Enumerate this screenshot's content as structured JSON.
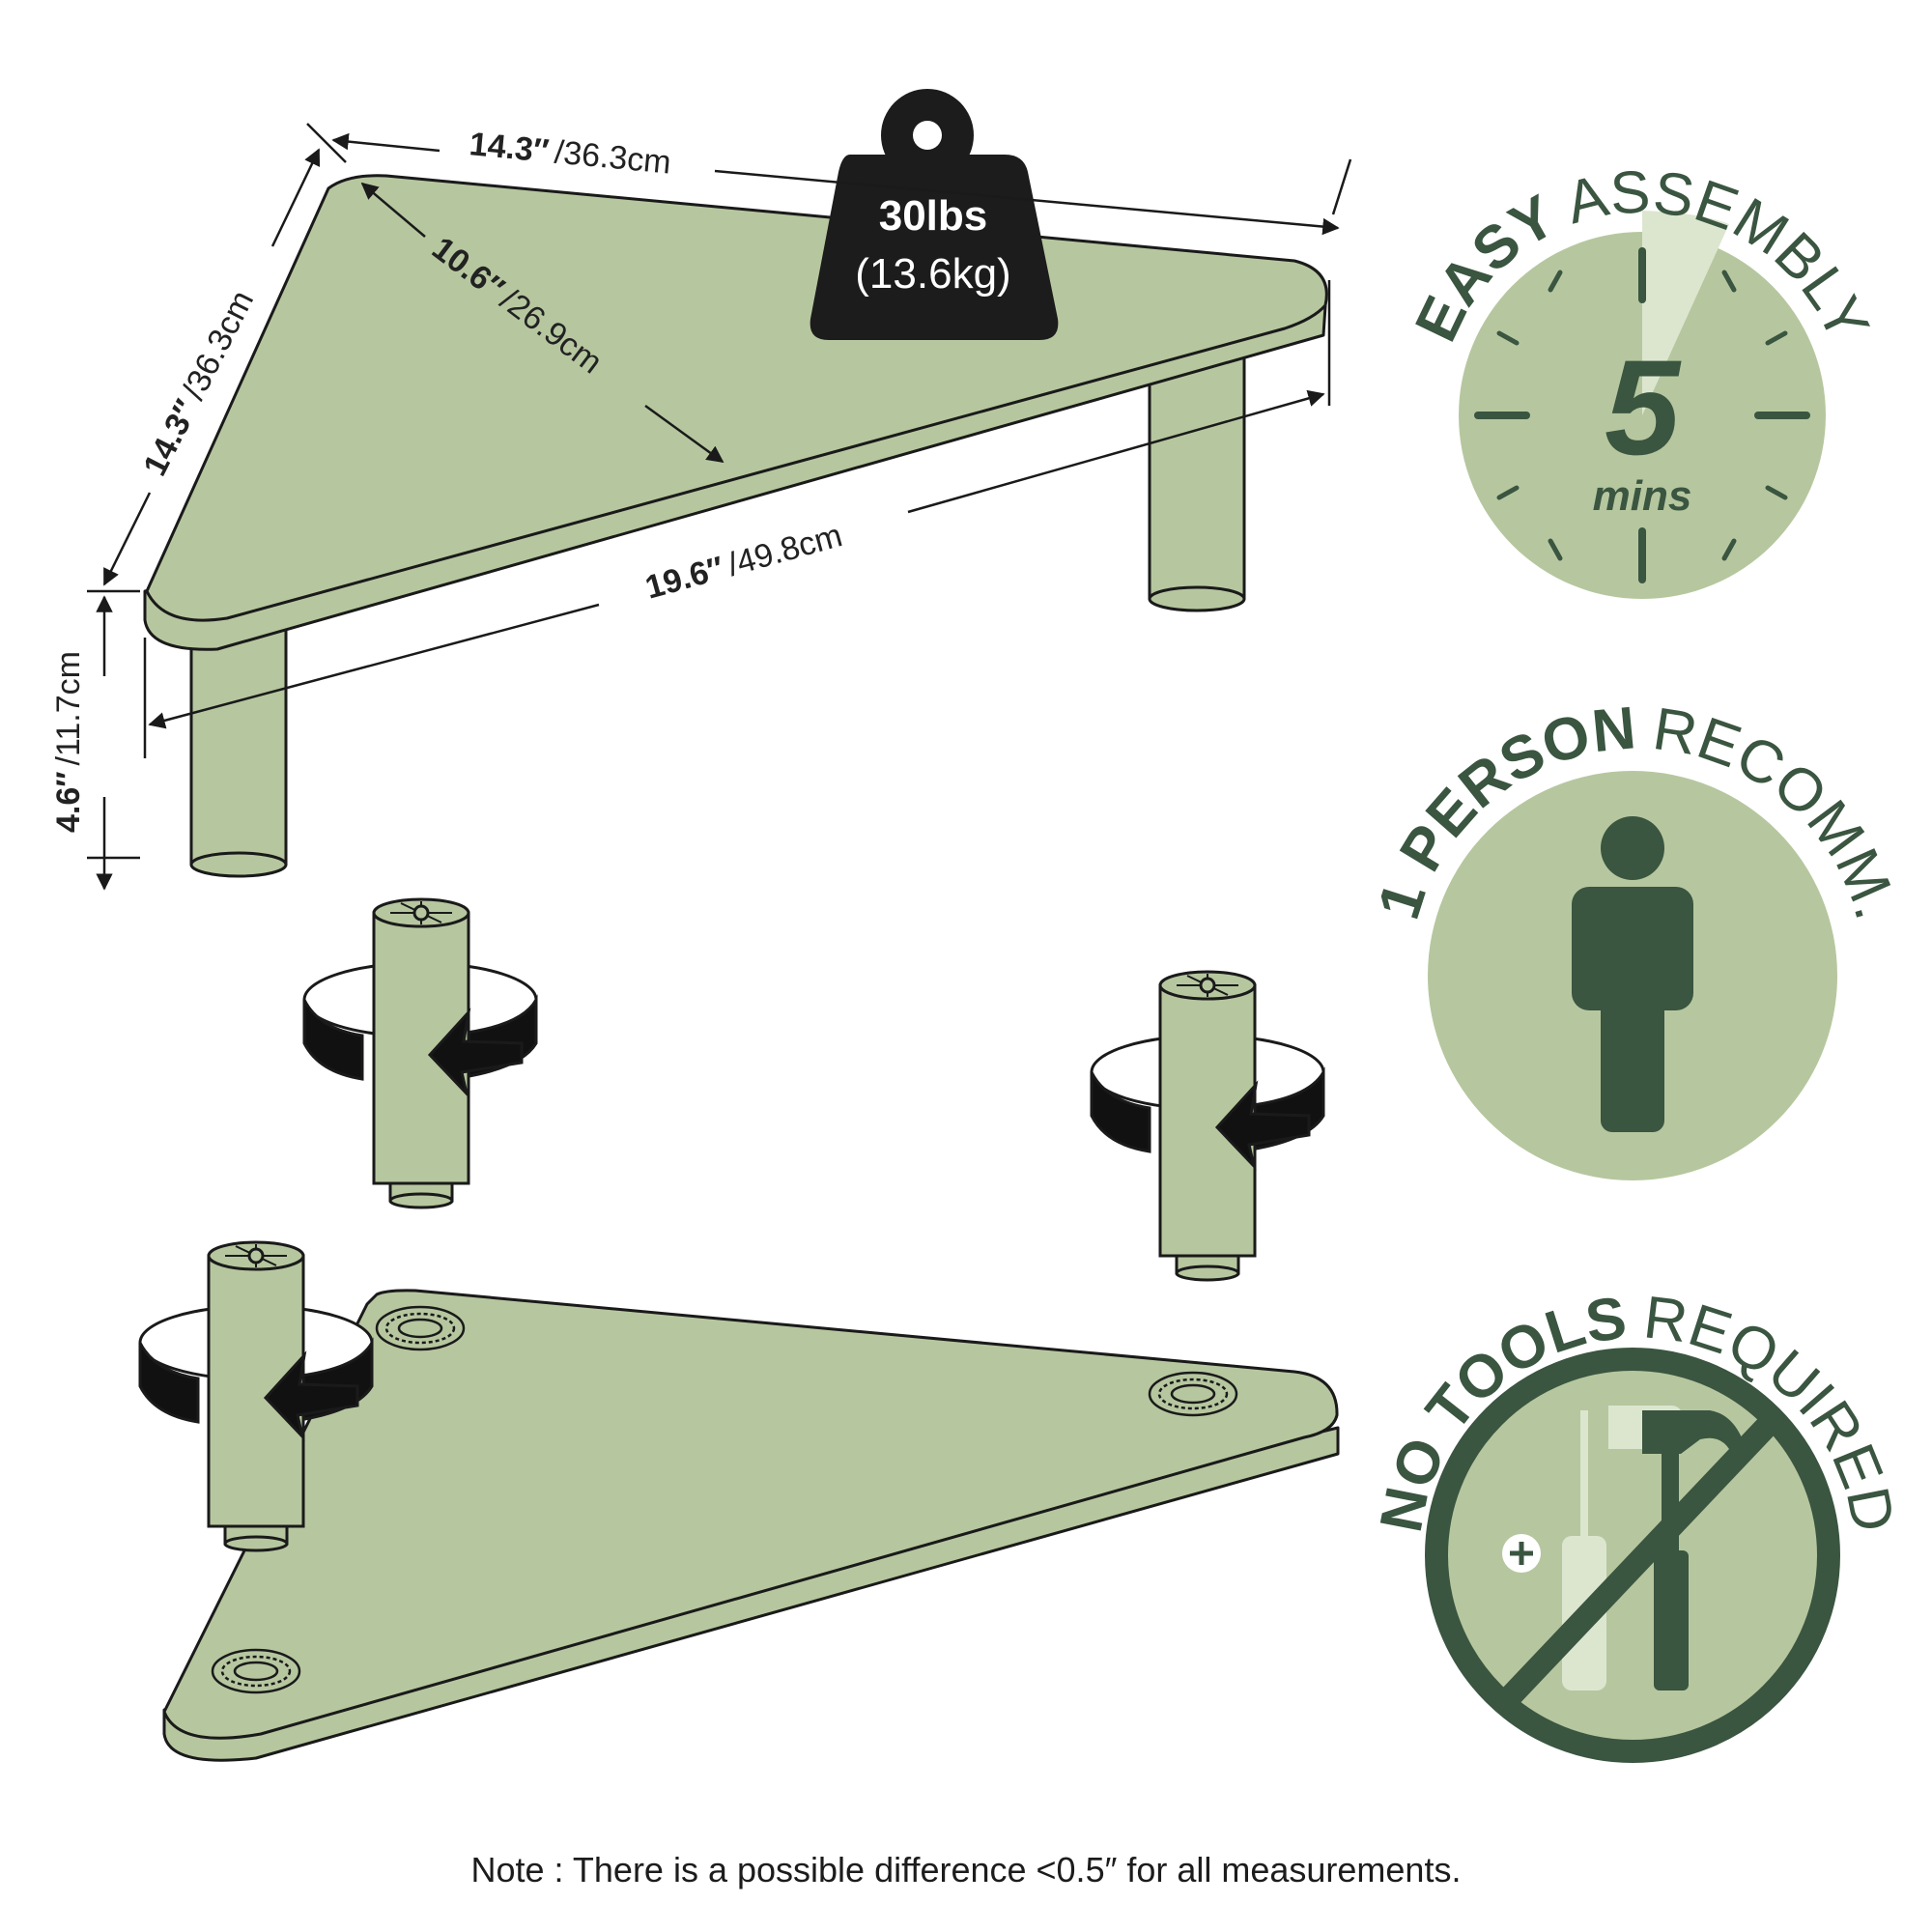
{
  "dimensions": {
    "top_edge": {
      "imperial": "14.3″",
      "metric": "/36.3cm"
    },
    "left_edge": {
      "imperial": "14.3″",
      "metric": "/36.3cm"
    },
    "depth": {
      "imperial": "10.6″",
      "metric": "/26.9cm"
    },
    "front_edge": {
      "imperial": "19.6″",
      "metric": "/49.8cm"
    },
    "height": {
      "imperial": "4.6″",
      "metric": "/11.7cm"
    }
  },
  "weight": {
    "imperial": "30lbs",
    "metric": "(13.6kg)"
  },
  "badges": {
    "assembly": {
      "bold": "EASY",
      "rest": "ASSEMBLY",
      "number": "5",
      "unit": "mins",
      "icon": "stopwatch-icon"
    },
    "person": {
      "bold": "1 PERSON",
      "rest": "RECOMM.",
      "icon": "person-icon"
    },
    "tools": {
      "bold": "NO TOOLS",
      "rest": "REQUIRED",
      "icon": "no-tools-icon"
    }
  },
  "note": "Note : There is a possible difference <0.5″ for all measurements.",
  "colors": {
    "shelf": "#b6c79f",
    "badge_fill": "#b6c79f",
    "dark_green": "#3a5540",
    "line": "#1a1a1a"
  }
}
